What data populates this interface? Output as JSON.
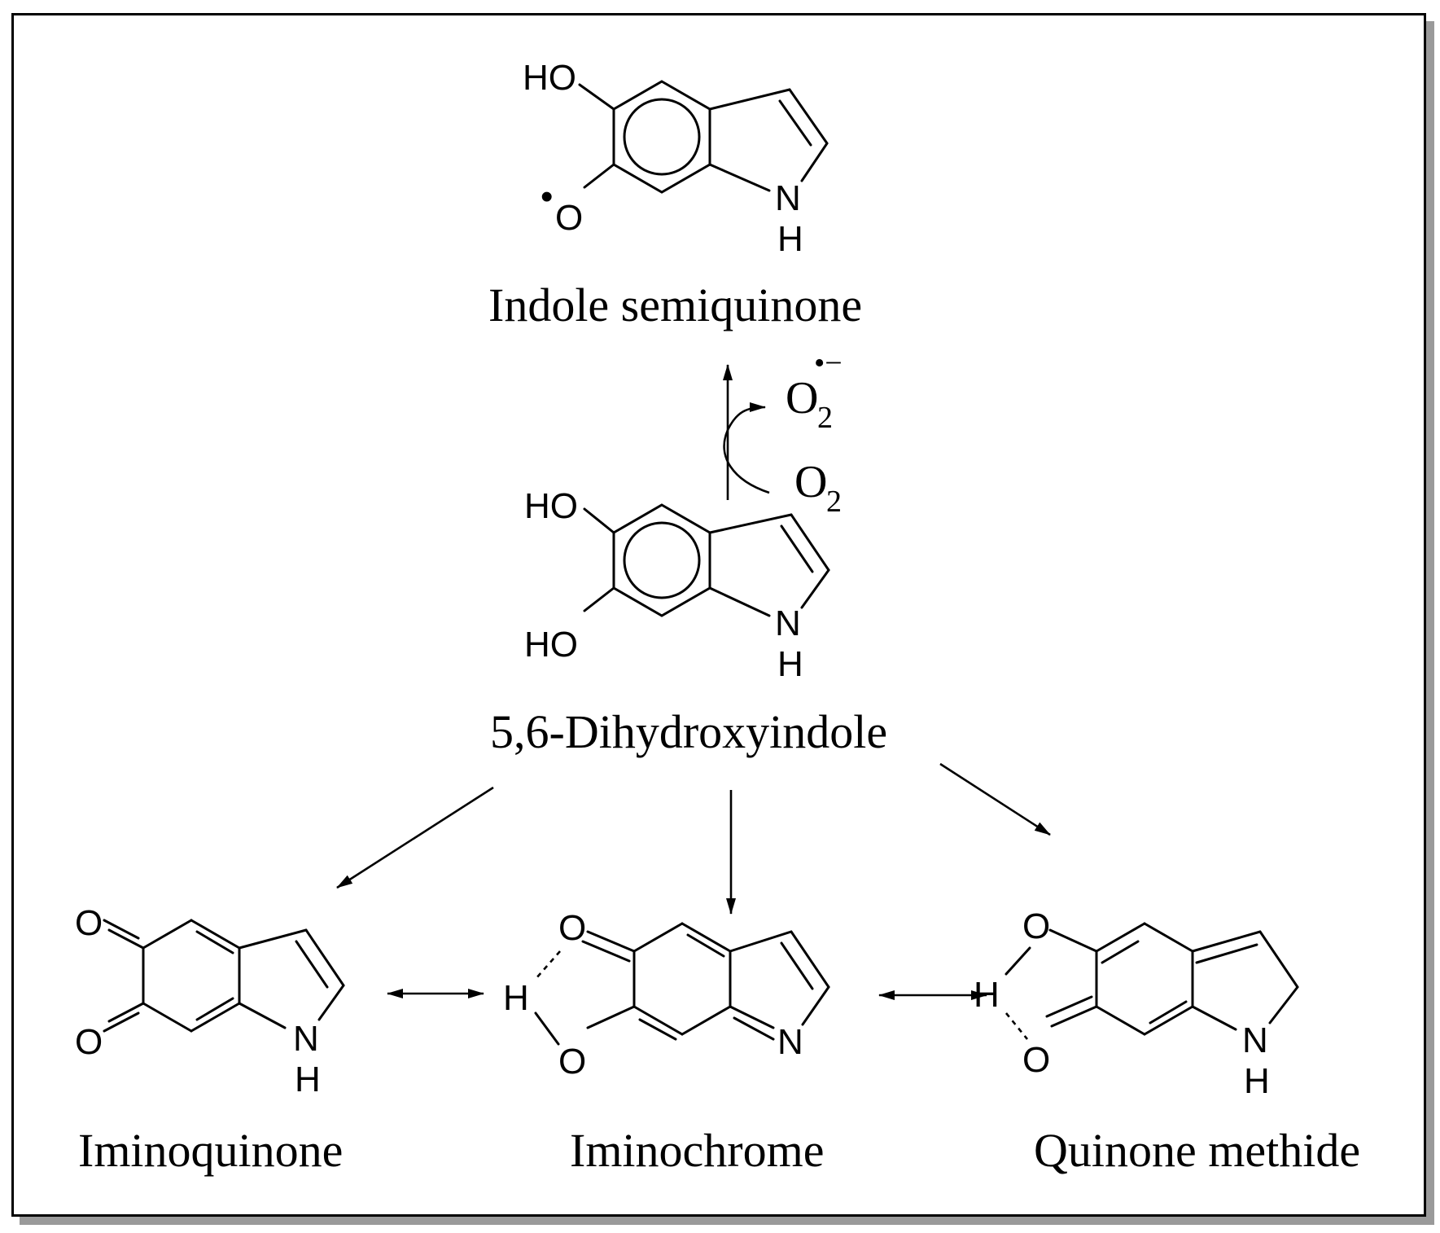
{
  "labels": {
    "semiquinone": "Indole semiquinone",
    "dhi": "5,6-Dihydroxyindole",
    "iminoquinone": "Iminoquinone",
    "iminochrome": "Iminochrome",
    "quinone_methide": "Quinone methide"
  },
  "atoms": {
    "ho": "HO",
    "o": "O",
    "n": "N",
    "h": "H",
    "radical_dot": "•"
  },
  "reagents": {
    "oxygen": "O",
    "subscript": "2",
    "superoxide_charge": "•−"
  }
}
